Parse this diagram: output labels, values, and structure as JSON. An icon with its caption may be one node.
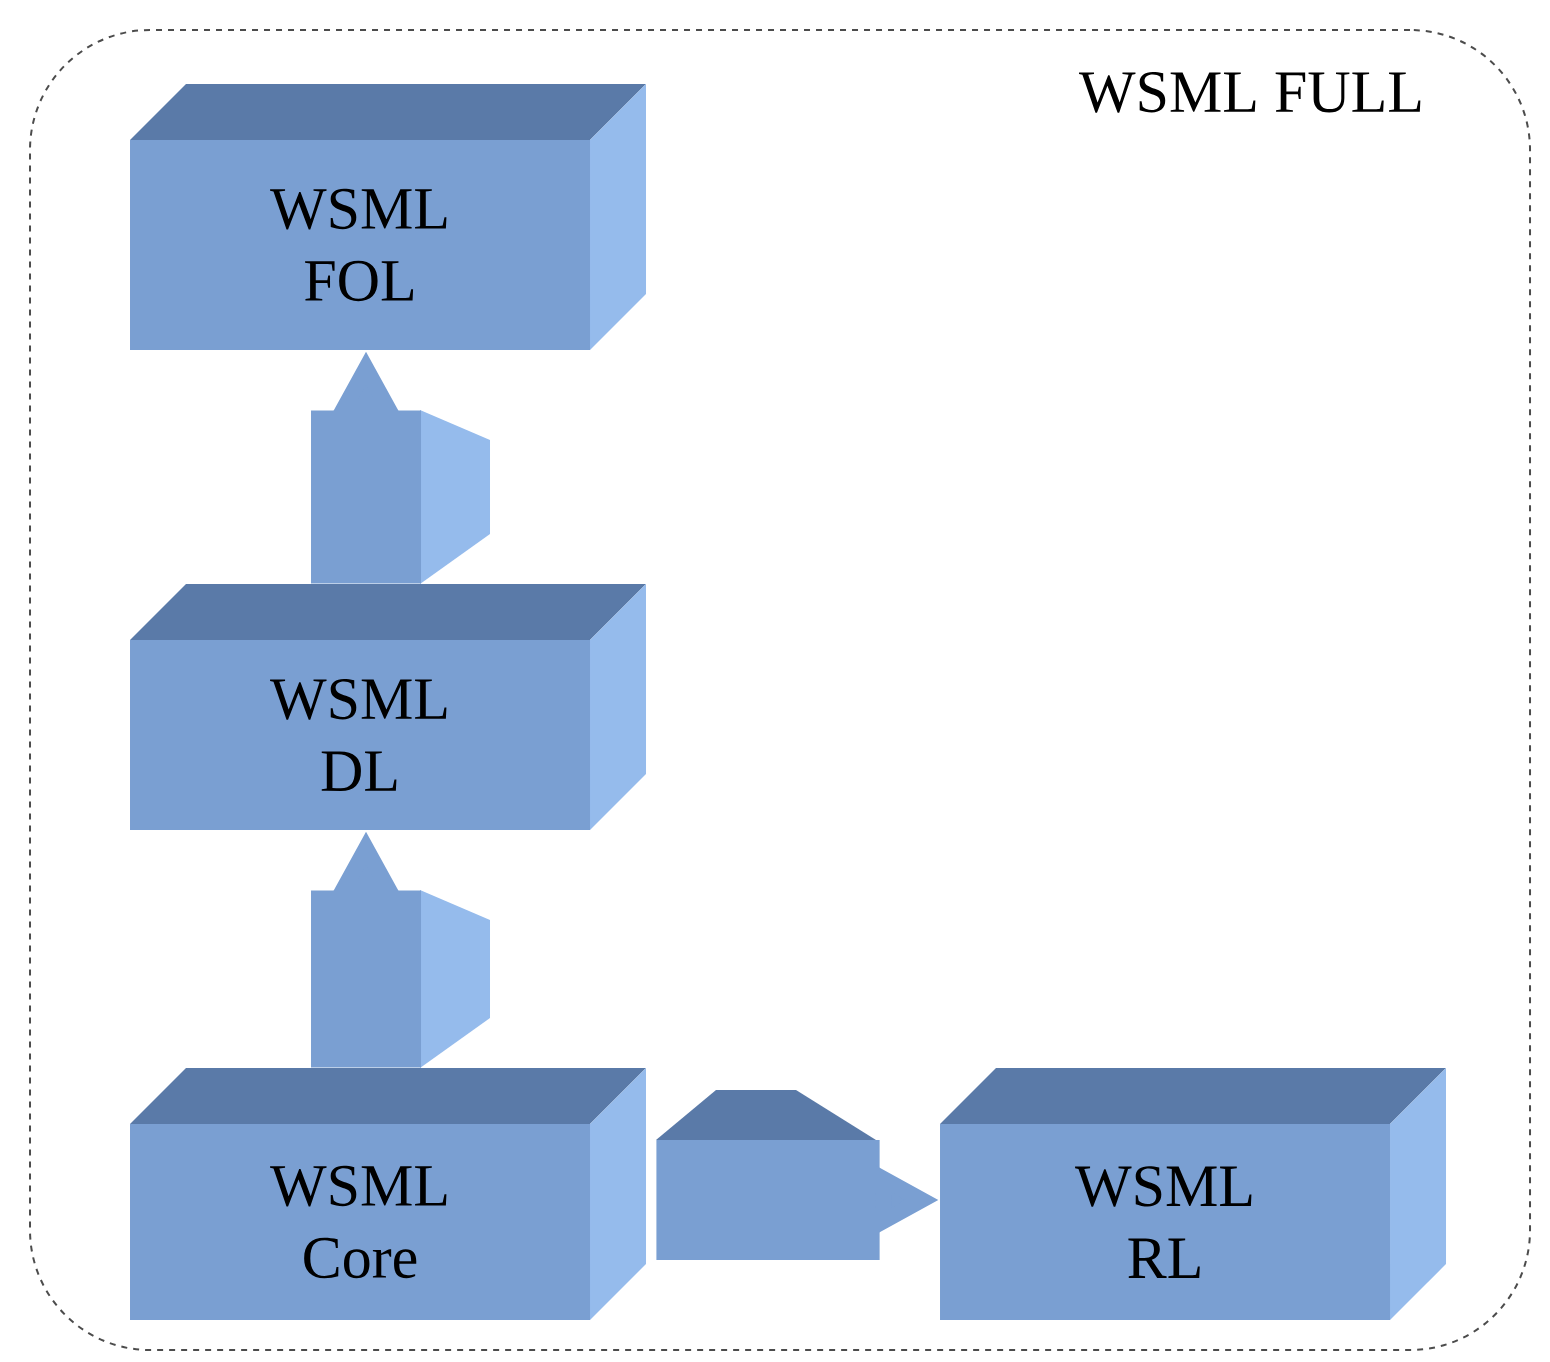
{
  "diagram": {
    "nodes": [
      {
        "text": [
          "WSML FULL"
        ]
      },
      {
        "text": [
          "WSML FOL"
        ],
        "in": 0
      },
      {
        "text": [
          "WSML DL"
        ],
        "in": 0
      },
      {
        "text": [
          "WSML Core"
        ],
        "in": 0
      },
      {
        "text": [
          "WSML RL"
        ],
        "in": 0
      }
    ],
    "edges": [
      {
        "from": 2,
        "to": 1,
        "arrow": "to"
      },
      {
        "from": 3,
        "to": 2,
        "arrow": "to"
      },
      {
        "from": 3,
        "to": 4,
        "arrow": "to"
      }
    ]
  }
}
